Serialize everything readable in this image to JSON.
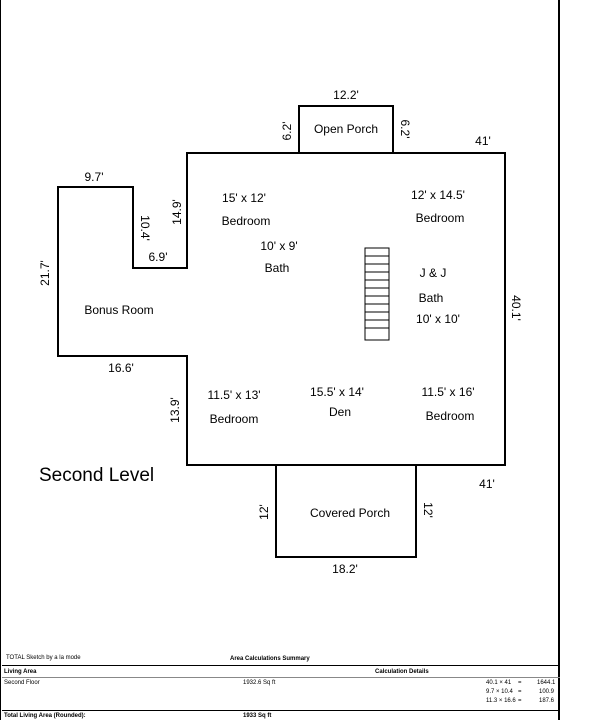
{
  "plan": {
    "level_title": "Second Level",
    "rooms": {
      "bonus": "Bonus Room",
      "bed_tl_size": "15' x 12'",
      "bed_tl_name": "Bedroom",
      "bath_size": "10' x 9'",
      "bath_name": "Bath",
      "bed_tr_size": "12' x 14.5'",
      "bed_tr_name": "Bedroom",
      "jj": "J & J",
      "jj_bath": "Bath",
      "jj_size": "10' x 10'",
      "bed_bl_size": "11.5' x 13'",
      "bed_bl_name": "Bedroom",
      "den_size": "15.5' x 14'",
      "den_name": "Den",
      "bed_br_size": "11.5' x 16'",
      "bed_br_name": "Bedroom",
      "open_porch": "Open Porch",
      "covered_porch": "Covered Porch"
    },
    "dims": {
      "open_porch_top": "12.2'",
      "open_porch_left": "6.2'",
      "open_porch_right": "6.2'",
      "top_right": "41'",
      "bonus_top": "9.7'",
      "bonus_inner": "10.4'",
      "upper_left": "14.9'",
      "notch": "6.9'",
      "bonus_left": "21.7'",
      "right_side": "40.1'",
      "bonus_bottom": "16.6'",
      "lower_left": "13.9'",
      "bottom_right": "41'",
      "covered_left": "12'",
      "covered_right": "12'",
      "covered_bottom": "18.2'"
    }
  },
  "footer": {
    "credit": "TOTAL Sketch by a la mode",
    "summary_title": "Area Calculations Summary",
    "living_area": "Living Area",
    "calc_details": "Calculation Details",
    "second_floor": "Second Floor",
    "second_floor_sqft": "1932.6 Sq ft",
    "calc_rows": [
      {
        "expr": "40.1 × 41",
        "eq": "=",
        "val": "1644.1"
      },
      {
        "expr": "9.7 × 10.4",
        "eq": "=",
        "val": "100.9"
      },
      {
        "expr": "11.3 × 16.6",
        "eq": "=",
        "val": "187.6"
      }
    ],
    "total_label": "Total Living Area (Rounded):",
    "total_value": "1933 Sq ft"
  }
}
